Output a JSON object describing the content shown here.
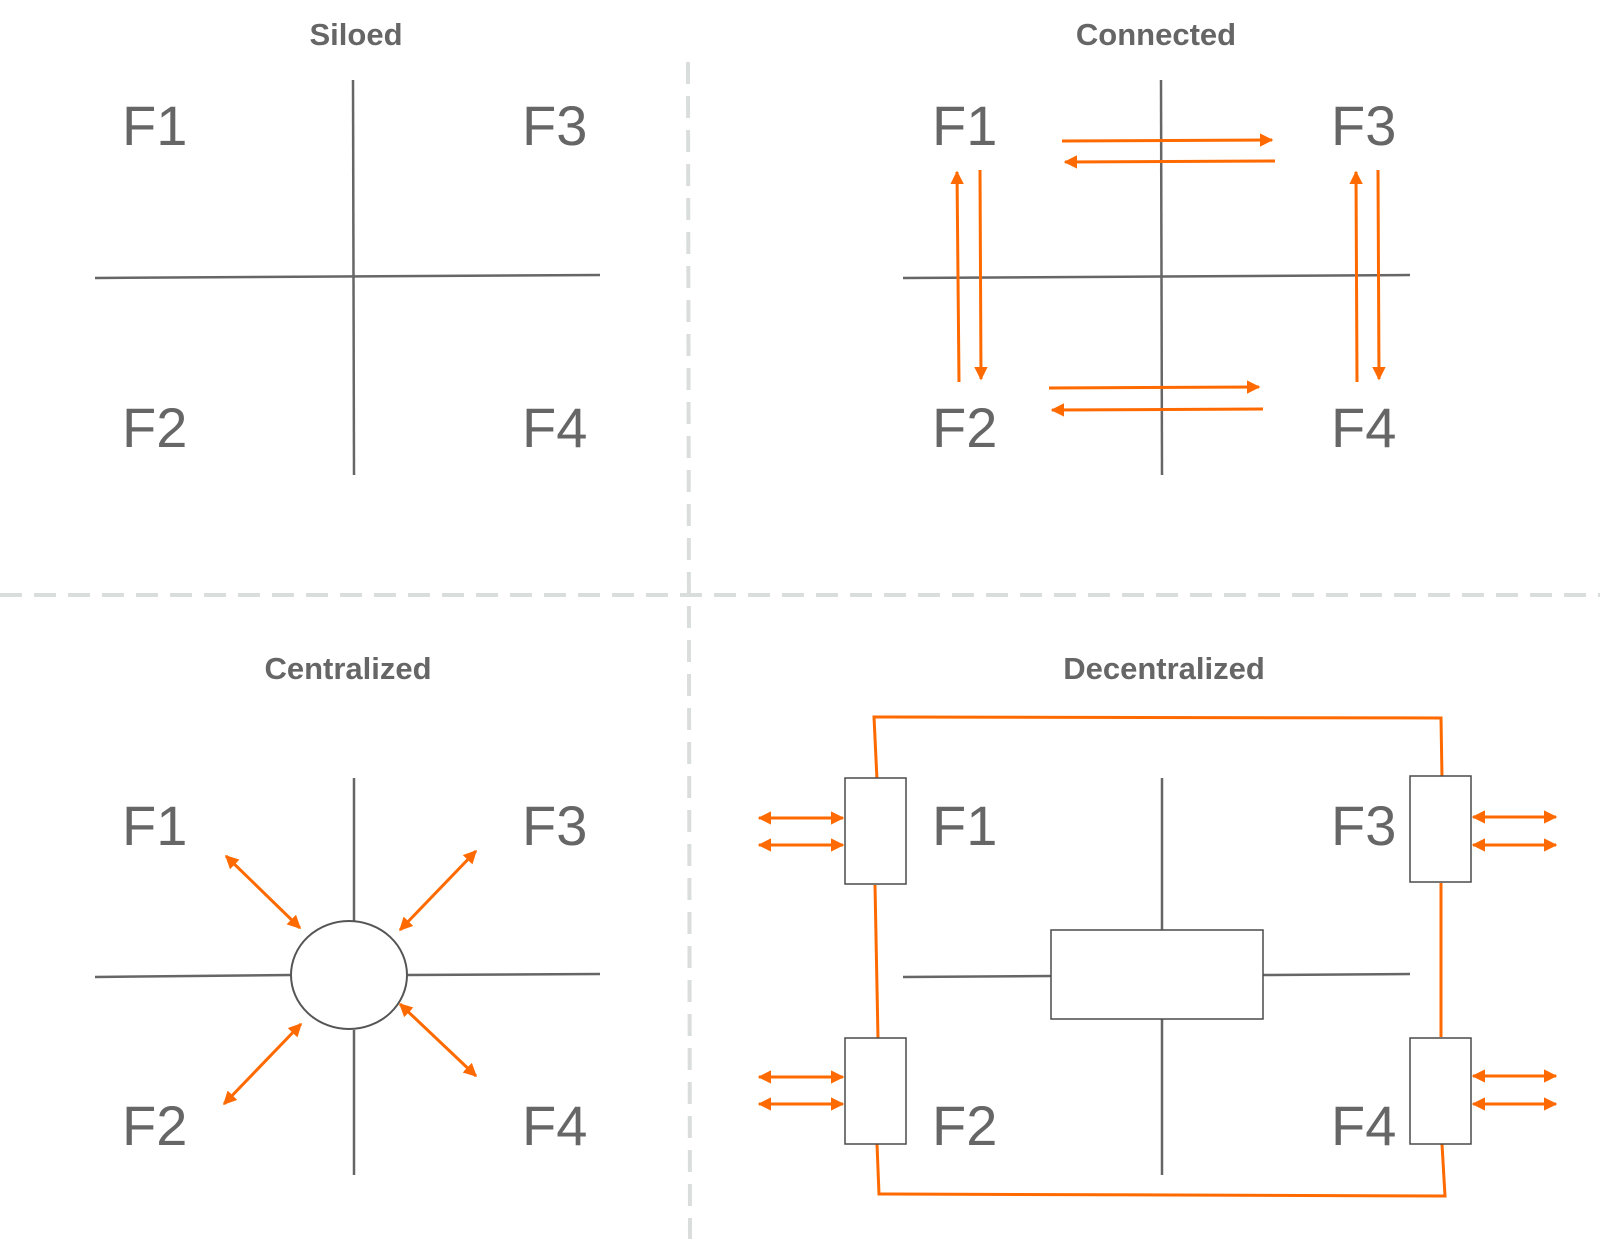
{
  "colors": {
    "axis": "#666666",
    "arrow": "#ff6a00",
    "divider": "#d9dddb",
    "text": "#666666"
  },
  "panels": {
    "siloed": {
      "title": "Siloed",
      "labels": [
        "F1",
        "F3",
        "F2",
        "F4"
      ]
    },
    "connected": {
      "title": "Connected",
      "labels": [
        "F1",
        "F3",
        "F2",
        "F4"
      ]
    },
    "centralized": {
      "title": "Centralized",
      "labels": [
        "F1",
        "F3",
        "F2",
        "F4"
      ]
    },
    "decentralized": {
      "title": "Decentralized",
      "labels": [
        "F1",
        "F3",
        "F2",
        "F4"
      ]
    }
  }
}
